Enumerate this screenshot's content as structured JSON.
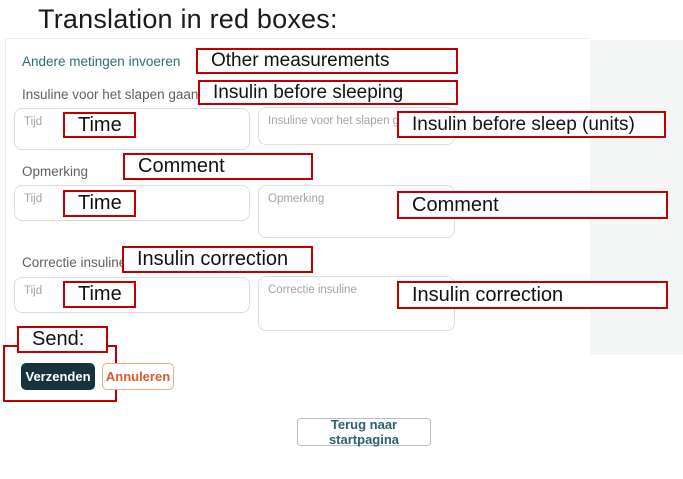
{
  "slide": {
    "title": "Translation in red boxes:"
  },
  "app": {
    "link_other_measurements": "Andere metingen invoeren",
    "section_labels": {
      "insulin_sleep": "Insuline voor het slapen gaan",
      "comment": "Opmerking",
      "correction": "Correctie insuline"
    },
    "fields": {
      "time_placeholder": "Tijd",
      "insulin_sleep_placeholder": "Insuline voor het slapen gaan (eh)",
      "comment_placeholder": "Opmerking",
      "correction_placeholder": "Correctie insuline"
    },
    "buttons": {
      "submit": "Verzenden",
      "cancel": "Annuleren",
      "back": "Terug naar startpagina"
    }
  },
  "annotations": {
    "other_measurements": "Other measurements",
    "insulin_before_sleeping": "Insulin before sleeping",
    "time_row1": "Time",
    "insulin_before_sleep_units": "Insulin before sleep (units)",
    "comment_label": "Comment",
    "time_row2": "Time",
    "comment_field": "Comment",
    "insulin_correction_label": "Insulin correction",
    "time_row3": "Time",
    "insulin_correction_field": "Insulin correction",
    "send": "Send:"
  },
  "colors": {
    "annotation_red": "#c00000",
    "brand_dark_teal": "#17343c",
    "link_teal": "#2e6b77",
    "cancel_orange": "#dc5b2c",
    "page_gray": "#f4f5f5"
  }
}
